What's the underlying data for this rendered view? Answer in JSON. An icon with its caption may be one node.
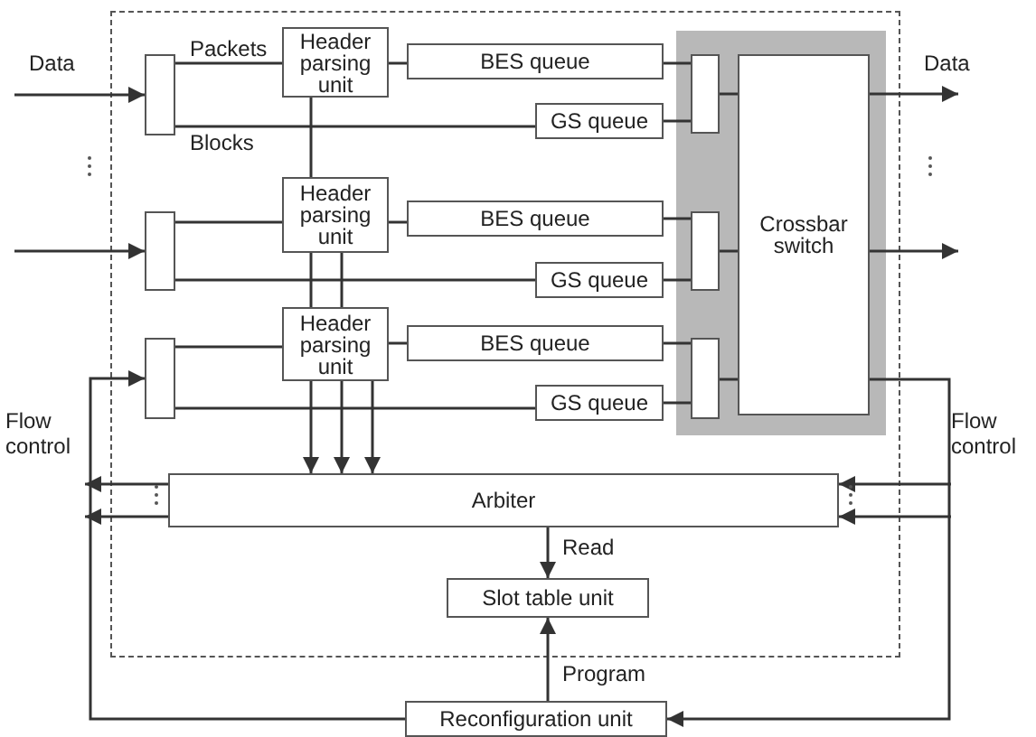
{
  "diagram": {
    "nodes": [
      {
        "text": [],
        "shape": "box"
      },
      {
        "text": [
          "Header parsing unit"
        ]
      },
      {
        "text": [
          "BES queue"
        ]
      },
      {
        "text": [
          "GS queue"
        ]
      },
      {
        "text": [],
        "shape": "band"
      },
      {
        "text": [],
        "shape": "box",
        "in": 4
      },
      {
        "text": [],
        "shape": "box"
      },
      {
        "text": [
          "Header parsing unit"
        ]
      },
      {
        "text": [
          "BES queue"
        ]
      },
      {
        "text": [
          "GS queue"
        ]
      },
      {
        "text": [],
        "shape": "box",
        "in": 4
      },
      {
        "text": [],
        "shape": "box"
      },
      {
        "text": [
          "Header parsing unit"
        ]
      },
      {
        "text": [
          "BES queue"
        ]
      },
      {
        "text": [
          "GS queue"
        ]
      },
      {
        "text": [],
        "shape": "box",
        "in": 4
      },
      {
        "text": [
          "Crossbar switch"
        ],
        "in": 4
      },
      {
        "text": [
          "Arbiter"
        ]
      },
      {
        "text": [
          "Slot table unit"
        ]
      },
      {
        "text": [
          "Reconfiguration unit"
        ]
      },
      {
        "text": [
          "Flow control"
        ]
      },
      {
        "text": [
          "Flow control"
        ]
      }
    ],
    "edges": [
      {
        "from": null,
        "to": 0,
        "arrow": "to",
        "label": "Data"
      },
      {
        "from": null,
        "to": 6,
        "arrow": "to"
      },
      {
        "from": 19,
        "to": 11,
        "arrow": "to"
      },
      {
        "from": 0,
        "to": 1,
        "arrow": "none",
        "label": "Packets"
      },
      {
        "from": 0,
        "to": 3,
        "arrow": "none",
        "label": "Blocks"
      },
      {
        "from": 1,
        "to": 2,
        "arrow": "none"
      },
      {
        "from": 2,
        "to": 5,
        "arrow": "none"
      },
      {
        "from": 3,
        "to": 5,
        "arrow": "none"
      },
      {
        "from": 5,
        "to": 16,
        "arrow": "none"
      },
      {
        "from": 6,
        "to": 7,
        "arrow": "none"
      },
      {
        "from": 6,
        "to": 9,
        "arrow": "none"
      },
      {
        "from": 7,
        "to": 8,
        "arrow": "none"
      },
      {
        "from": 8,
        "to": 10,
        "arrow": "none"
      },
      {
        "from": 9,
        "to": 10,
        "arrow": "none"
      },
      {
        "from": 10,
        "to": 16,
        "arrow": "none"
      },
      {
        "from": 11,
        "to": 12,
        "arrow": "none"
      },
      {
        "from": 11,
        "to": 14,
        "arrow": "none"
      },
      {
        "from": 12,
        "to": 13,
        "arrow": "none"
      },
      {
        "from": 13,
        "to": 15,
        "arrow": "none"
      },
      {
        "from": 14,
        "to": 15,
        "arrow": "none"
      },
      {
        "from": 15,
        "to": 16,
        "arrow": "none"
      },
      {
        "from": 16,
        "to": null,
        "arrow": "to",
        "label": "Data"
      },
      {
        "from": 16,
        "to": null,
        "arrow": "to"
      },
      {
        "from": 16,
        "to": 19,
        "arrow": "to"
      },
      {
        "from": 1,
        "to": 7,
        "arrow": "none"
      },
      {
        "from": 7,
        "to": 12,
        "arrow": "none"
      },
      {
        "from": 7,
        "to": 12,
        "arrow": "none"
      },
      {
        "from": 12,
        "to": 17,
        "arrow": "to"
      },
      {
        "from": 12,
        "to": 17,
        "arrow": "to"
      },
      {
        "from": 12,
        "to": 17,
        "arrow": "to"
      },
      {
        "from": 17,
        "to": 20,
        "arrow": "to"
      },
      {
        "from": 17,
        "to": 20,
        "arrow": "to"
      },
      {
        "from": 21,
        "to": 17,
        "arrow": "to"
      },
      {
        "from": 21,
        "to": 17,
        "arrow": "to"
      },
      {
        "from": 17,
        "to": 18,
        "arrow": "to",
        "label": "Read"
      },
      {
        "from": 19,
        "to": 18,
        "arrow": "to",
        "label": "Program"
      }
    ]
  }
}
